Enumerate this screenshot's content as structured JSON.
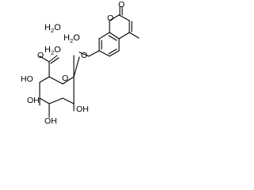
{
  "molecule": {
    "hydrates": [
      {
        "h": "H",
        "n": "2",
        "o": "O"
      },
      {
        "h": "H",
        "n": "2",
        "o": "O"
      },
      {
        "h": "H",
        "n": "2",
        "o": "O"
      }
    ],
    "coumarin": {
      "carbonyl_o": "O",
      "ring_o": "O",
      "glycosidic_o": "O"
    },
    "glucuronide": {
      "acid_oh": "HO",
      "acid_o": "O",
      "ring_o": "O",
      "oh_c2": "OH",
      "oh_c3": "OH",
      "oh_c4": "OH"
    }
  }
}
